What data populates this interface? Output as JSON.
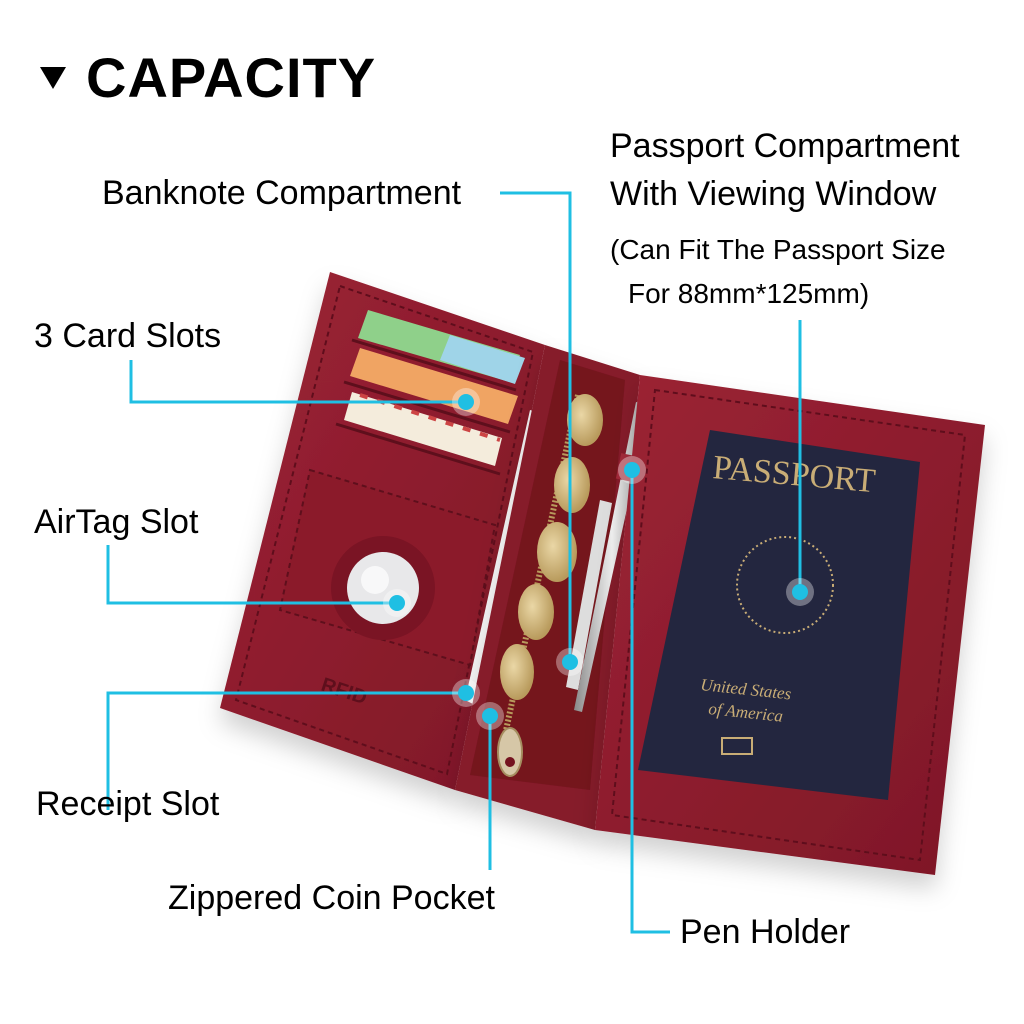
{
  "header": {
    "marker_icon": "triangle-down-icon",
    "title": "CAPACITY"
  },
  "callouts": {
    "banknote": "Banknote Compartment",
    "passport_line1": "Passport Compartment",
    "passport_line2": "With Viewing Window",
    "passport_note_line1": "(Can Fit The Passport Size",
    "passport_note_line2": "For 88mm*125mm)",
    "card_slots": "3 Card Slots",
    "airtag": "AirTag Slot",
    "receipt": "Receipt Slot",
    "coin_pocket": "Zippered Coin Pocket",
    "pen_holder": "Pen Holder"
  },
  "product": {
    "passport_cover_title": "PASSPORT",
    "passport_cover_line1": "United States",
    "passport_cover_line2": "of America",
    "emboss": "RFID"
  },
  "colors": {
    "callout_line": "#1fbfe3",
    "leather": "#8e1c2c",
    "passport": "#23263f",
    "gold": "#c9ad76"
  }
}
